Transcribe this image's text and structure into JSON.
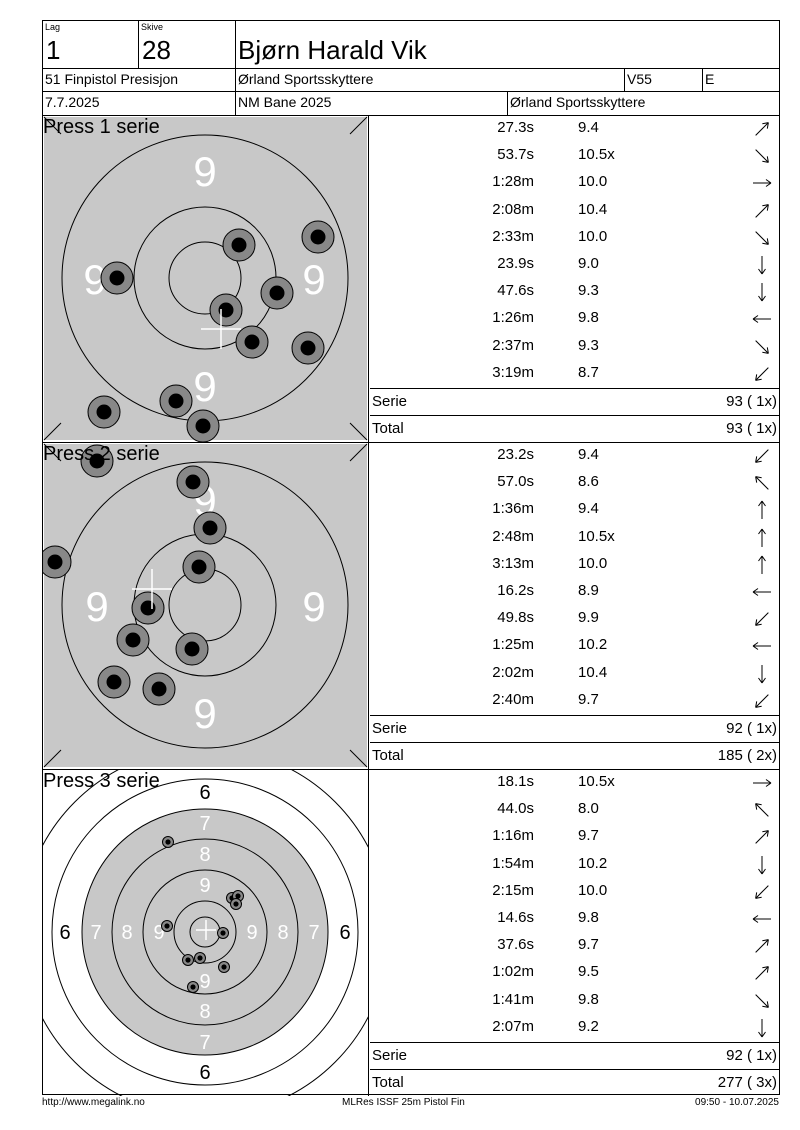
{
  "header": {
    "lag_label": "Lag",
    "lag_value": "1",
    "skive_label": "Skive",
    "skive_value": "28",
    "name": "Bjørn Harald Vik",
    "event": "51 Finpistol Presisjon",
    "club": "Ørland Sportsskyttere",
    "class": "V55",
    "group": "E",
    "date": "7.7.2025",
    "venue": "NM Bane 2025",
    "organizer": "Ørland Sportsskyttere"
  },
  "sections": [
    {
      "title": "Press 1 serie",
      "shots": [
        {
          "time": "27.3s",
          "score": "9.4",
          "dir": "up-right"
        },
        {
          "time": "53.7s",
          "score": "10.5x",
          "dir": "down-right"
        },
        {
          "time": "1:28m",
          "score": "10.0",
          "dir": "right"
        },
        {
          "time": "2:08m",
          "score": "10.4",
          "dir": "up-right"
        },
        {
          "time": "2:33m",
          "score": "10.0",
          "dir": "down-right"
        },
        {
          "time": "23.9s",
          "score": "9.0",
          "dir": "down"
        },
        {
          "time": "47.6s",
          "score": "9.3",
          "dir": "down"
        },
        {
          "time": "1:26m",
          "score": "9.8",
          "dir": "left"
        },
        {
          "time": "2:37m",
          "score": "9.3",
          "dir": "down-right"
        },
        {
          "time": "3:19m",
          "score": "8.7",
          "dir": "down-left"
        }
      ],
      "serie_label": "Serie",
      "serie_value": "93 ( 1x)",
      "total_label": "Total",
      "total_value": "93 ( 1x)"
    },
    {
      "title": "Press 2 serie",
      "shots": [
        {
          "time": "23.2s",
          "score": "9.4",
          "dir": "down-left"
        },
        {
          "time": "57.0s",
          "score": "8.6",
          "dir": "up-left"
        },
        {
          "time": "1:36m",
          "score": "9.4",
          "dir": "up"
        },
        {
          "time": "2:48m",
          "score": "10.5x",
          "dir": "up"
        },
        {
          "time": "3:13m",
          "score": "10.0",
          "dir": "up"
        },
        {
          "time": "16.2s",
          "score": "8.9",
          "dir": "left"
        },
        {
          "time": "49.8s",
          "score": "9.9",
          "dir": "down-left"
        },
        {
          "time": "1:25m",
          "score": "10.2",
          "dir": "left"
        },
        {
          "time": "2:02m",
          "score": "10.4",
          "dir": "down"
        },
        {
          "time": "2:40m",
          "score": "9.7",
          "dir": "down-left"
        }
      ],
      "serie_label": "Serie",
      "serie_value": "92 ( 1x)",
      "total_label": "Total",
      "total_value": "185 ( 2x)"
    },
    {
      "title": "Press 3 serie",
      "shots": [
        {
          "time": "18.1s",
          "score": "10.5x",
          "dir": "right"
        },
        {
          "time": "44.0s",
          "score": "8.0",
          "dir": "up-left"
        },
        {
          "time": "1:16m",
          "score": "9.7",
          "dir": "up-right"
        },
        {
          "time": "1:54m",
          "score": "10.2",
          "dir": "down"
        },
        {
          "time": "2:15m",
          "score": "10.0",
          "dir": "down-left"
        },
        {
          "time": "14.6s",
          "score": "9.8",
          "dir": "left"
        },
        {
          "time": "37.6s",
          "score": "9.7",
          "dir": "up-right"
        },
        {
          "time": "1:02m",
          "score": "9.5",
          "dir": "up-right"
        },
        {
          "time": "1:41m",
          "score": "9.8",
          "dir": "down-right"
        },
        {
          "time": "2:07m",
          "score": "9.2",
          "dir": "down"
        }
      ],
      "serie_label": "Serie",
      "serie_value": "92 ( 1x)",
      "total_label": "Total",
      "total_value": "277 ( 3x)"
    }
  ],
  "target_ring_numbers": {
    "zoom": "9",
    "full": [
      "6",
      "7",
      "8",
      "9"
    ]
  },
  "footer": {
    "left": "http://www.megalink.no",
    "center": "MLRes ISSF 25m Pistol Fin",
    "right": "09:50 - 10.07.2025"
  }
}
